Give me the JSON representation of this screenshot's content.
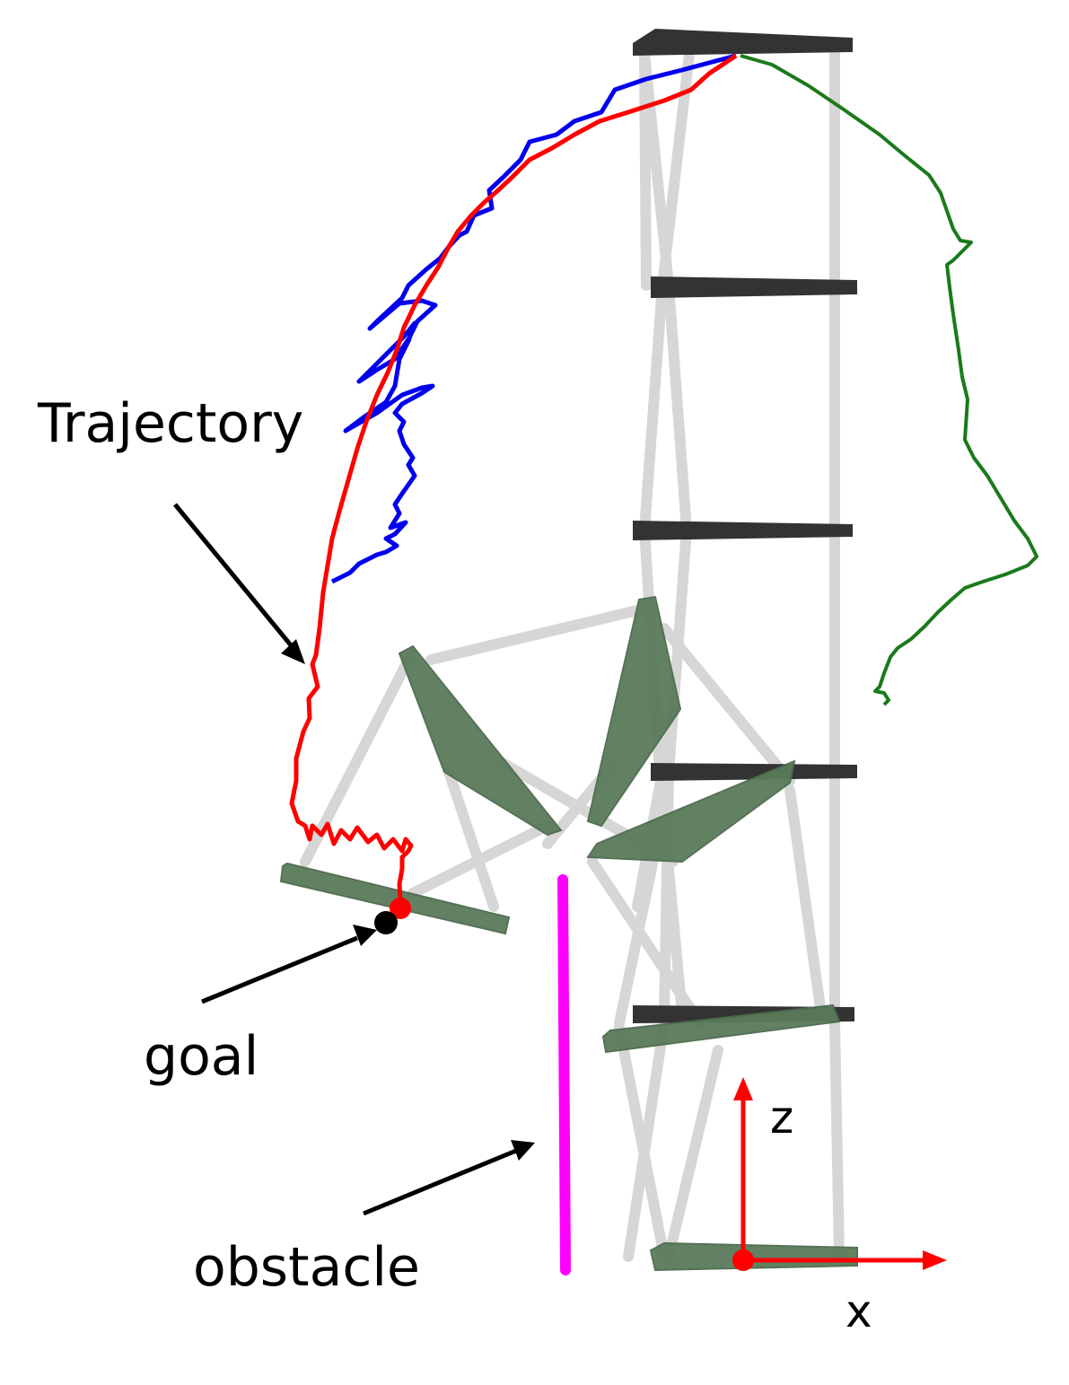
{
  "labels": {
    "trajectory": "Trajectory",
    "goal": "goal",
    "obstacle": "obstacle",
    "axis_z": "z",
    "axis_x": "x"
  },
  "colors": {
    "trajectory_red": "#ff0000",
    "trajectory_blue": "#0000ee",
    "trajectory_green": "#1a7a1a",
    "obstacle": "#ff00ff",
    "link_dark": "#333333",
    "link_green": "#5a7a5a",
    "strut": "#d0d0d0",
    "axis": "#ff0000",
    "goal": "#000000"
  }
}
